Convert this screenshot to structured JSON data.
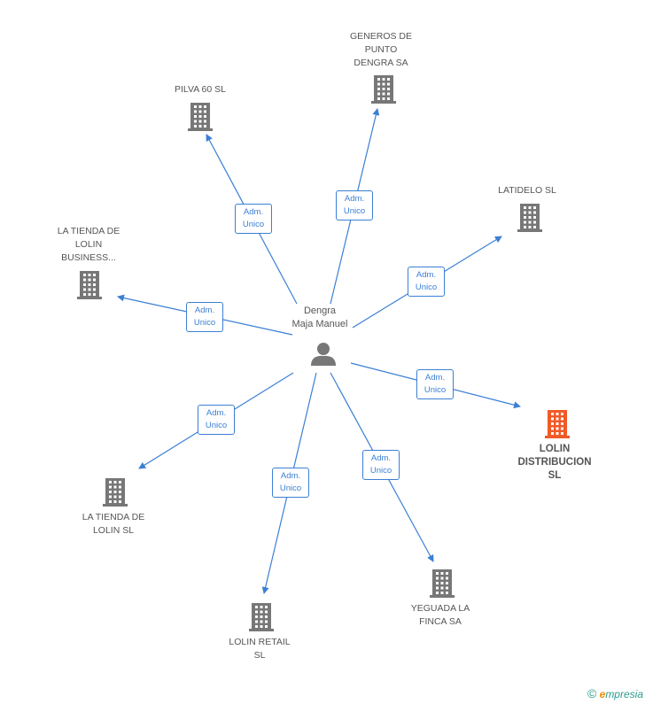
{
  "center": {
    "label": "Dengra\nMaja Manuel",
    "icon": "person-icon"
  },
  "edge_label": "Adm.\nUnico",
  "nodes": [
    {
      "id": "pilva",
      "label": "PILVA 60 SL",
      "icon": "building-icon",
      "highlight": false
    },
    {
      "id": "generos",
      "label": "GENEROS DE\nPUNTO\nDENGRA SA",
      "icon": "building-icon",
      "highlight": false
    },
    {
      "id": "latidelo",
      "label": "LATIDELO SL",
      "icon": "building-icon",
      "highlight": false
    },
    {
      "id": "tienda_business",
      "label": "LA TIENDA DE\nLOLIN\nBUSINESS...",
      "icon": "building-icon",
      "highlight": false
    },
    {
      "id": "lolin_distribucion",
      "label": "LOLIN\nDISTRIBUCION\nSL",
      "icon": "building-icon",
      "highlight": true
    },
    {
      "id": "tienda_lolin",
      "label": "LA TIENDA DE\nLOLIN SL",
      "icon": "building-icon",
      "highlight": false
    },
    {
      "id": "yeguada",
      "label": "YEGUADA LA\nFINCA SA",
      "icon": "building-icon",
      "highlight": false
    },
    {
      "id": "lolin_retail",
      "label": "LOLIN RETAIL\nSL",
      "icon": "building-icon",
      "highlight": false
    }
  ],
  "colors": {
    "edge": "#3b7fd4",
    "node": "#777777",
    "highlight": "#f05a28",
    "text": "#555555"
  },
  "footer": {
    "copyright": "©",
    "brand_first": "e",
    "brand_rest": "mpresia"
  }
}
